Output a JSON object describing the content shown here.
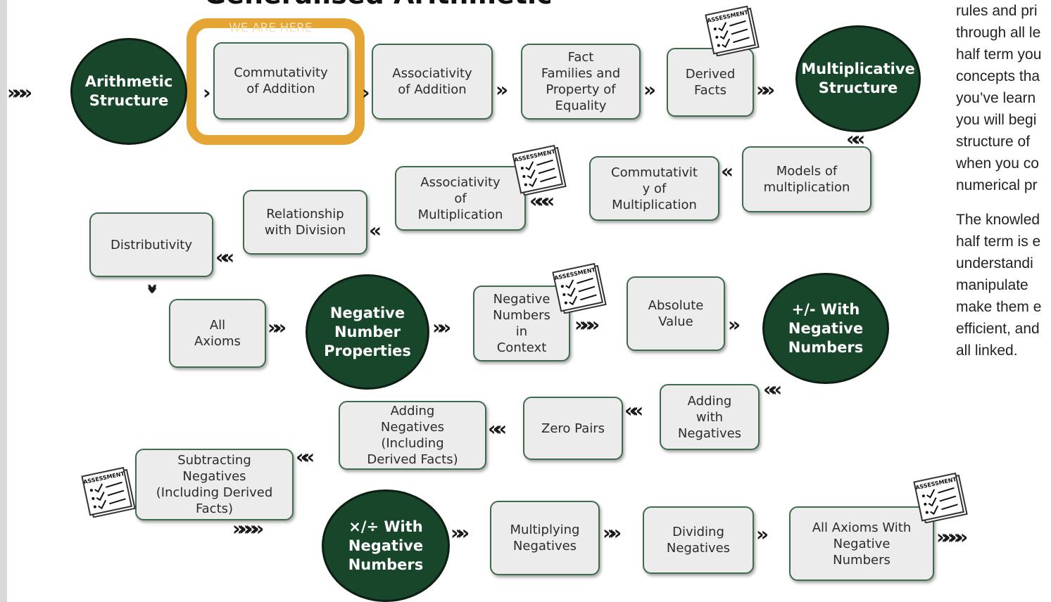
{
  "title": "Generalised Arithmetic",
  "here_label": "WE ARE HERE",
  "chevron_right": "»»»",
  "chevron_left": "«««",
  "assessment_icon_label": "ASSESSMENT",
  "nodes": {
    "arithmetic_structure": "Arithmetic\nStructure",
    "commutativity_addition": "Commutativity\nof Addition",
    "associativity_addition": "Associativity\nof Addition",
    "fact_families": "Fact\nFamilies and\nProperty of\nEquality",
    "derived_facts": "Derived\nFacts",
    "multiplicative_structure": "Multiplicative\nStructure",
    "models_multiplication": "Models of\nmultiplication",
    "commutativity_multiplication": "Commutativit\ny of\nMultiplication",
    "associativity_multiplication": "Associativity\nof\nMultiplication",
    "relationship_division": "Relationship\nwith Division",
    "distributivity": "Distributivity",
    "all_axioms": "All\nAxioms",
    "negative_number_properties": "Negative\nNumber\nProperties",
    "negative_numbers_context": "Negative\nNumbers\nin\nContext",
    "absolute_value": "Absolute\nValue",
    "plus_minus_negative": "+/- With\nNegative\nNumbers",
    "adding_with_negatives": "Adding\nwith\nNegatives",
    "zero_pairs": "Zero Pairs",
    "adding_negatives_derived": "Adding\nNegatives\n(Including\nDerived Facts)",
    "subtracting_negatives": "Subtracting\nNegatives\n(Including Derived\nFacts)",
    "times_divide_negative": "×/÷ With\nNegative\nNumbers",
    "multiplying_negatives": "Multiplying\nNegatives",
    "dividing_negatives": "Dividing\nNegatives",
    "all_axioms_negative": "All Axioms With\nNegative\nNumbers"
  },
  "right_text": {
    "paragraph1": [
      "rules and pri",
      "through all le",
      "half term you",
      "concepts tha",
      "you’ve learn",
      "you will begi",
      "structure of",
      "when you co",
      "numerical pr"
    ],
    "paragraph2": [
      "The knowled",
      "half term is e",
      "understandi",
      "manipulate",
      "make them e",
      "efficient, and",
      "all linked."
    ]
  },
  "colors": {
    "circle_fill": "#17462b",
    "box_border": "#3e6b4b",
    "box_fill": "#ececec",
    "highlight": "#e4a535"
  }
}
